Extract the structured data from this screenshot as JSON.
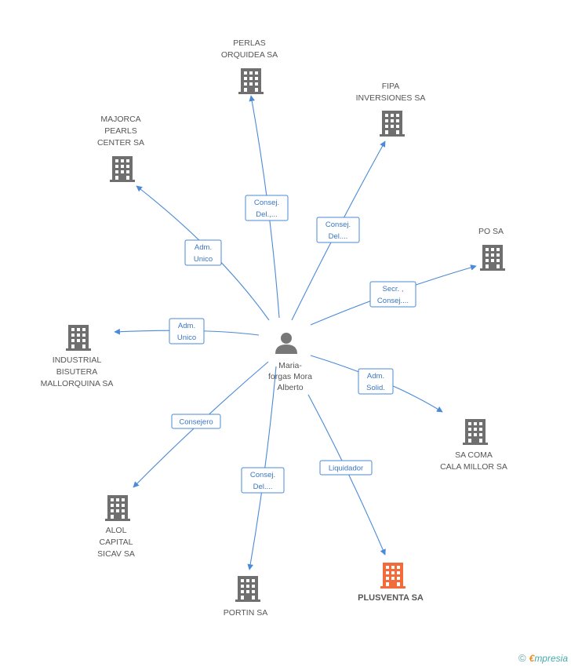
{
  "center": {
    "name_lines": [
      "Maria-",
      "forgas Mora",
      "Alberto"
    ],
    "icon": "person-icon"
  },
  "companies": [
    {
      "id": "perlas",
      "lines": [
        "PERLAS",
        "ORQUIDEA SA"
      ],
      "relation": [
        "Consej.",
        "Del.,..."
      ],
      "highlight": false,
      "icon": "building-icon"
    },
    {
      "id": "fipa",
      "lines": [
        "FIPA",
        "INVERSIONES SA"
      ],
      "relation": [
        "Consej.",
        "Del...."
      ],
      "highlight": false,
      "icon": "building-icon"
    },
    {
      "id": "majorca",
      "lines": [
        "MAJORCA",
        "PEARLS",
        "CENTER SA"
      ],
      "relation": [
        "Adm.",
        "Unico"
      ],
      "highlight": false,
      "icon": "building-icon"
    },
    {
      "id": "po",
      "lines": [
        "PO SA"
      ],
      "relation": [
        "Secr. ,",
        "Consej...."
      ],
      "highlight": false,
      "icon": "building-icon"
    },
    {
      "id": "industrial",
      "lines": [
        "INDUSTRIAL",
        "BISUTERA",
        "MALLORQUINA SA"
      ],
      "relation": [
        "Adm.",
        "Unico"
      ],
      "highlight": false,
      "icon": "building-icon"
    },
    {
      "id": "sacoma",
      "lines": [
        "SA COMA",
        "CALA MILLOR SA"
      ],
      "relation": [
        "Adm.",
        "Solid."
      ],
      "highlight": false,
      "icon": "building-icon"
    },
    {
      "id": "alol",
      "lines": [
        "ALOL",
        "CAPITAL",
        "SICAV SA"
      ],
      "relation": [
        "Consejero"
      ],
      "highlight": false,
      "icon": "building-icon"
    },
    {
      "id": "portin",
      "lines": [
        "PORTIN SA"
      ],
      "relation": [
        "Consej.",
        "Del...."
      ],
      "highlight": false,
      "icon": "building-icon"
    },
    {
      "id": "plusventa",
      "lines": [
        "PLUSVENTA SA"
      ],
      "relation": [
        "Liquidador"
      ],
      "highlight": true,
      "icon": "building-icon"
    }
  ],
  "colors": {
    "edge": "#4a8ad8",
    "building": "#6f6f6f",
    "highlight": "#f26b3a",
    "person": "#777777"
  },
  "footer": {
    "copyright": "©",
    "brand_first": "€",
    "brand_rest": "mpresia"
  }
}
